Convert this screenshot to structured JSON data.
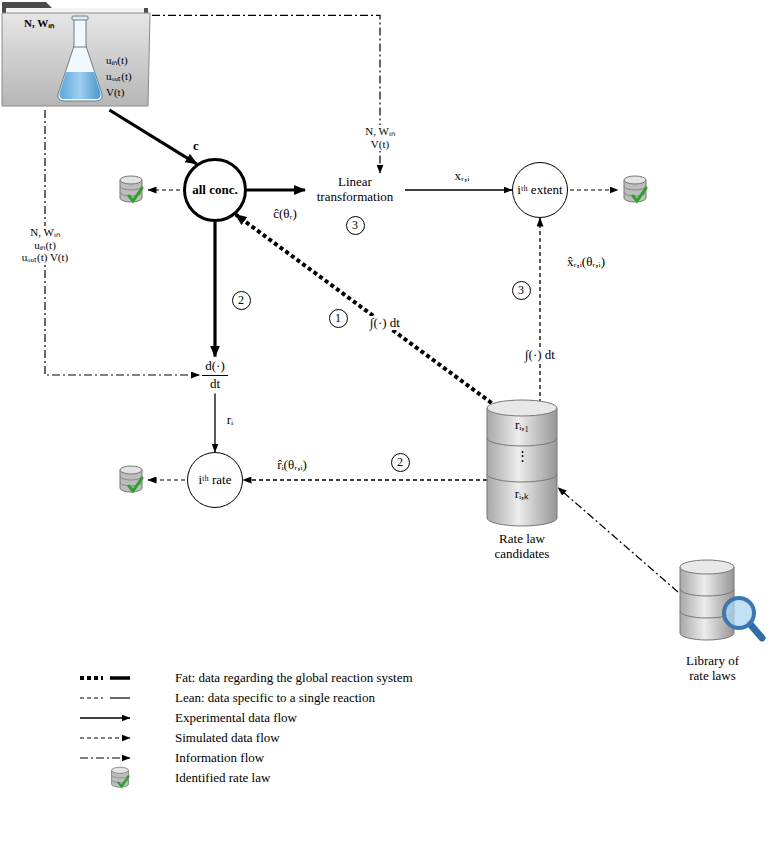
{
  "diagram": {
    "nodes": [
      {
        "text": [
          "N, Wᵢₙ",
          "uᵢₙ(t)",
          "uₒᵤₜ(t)",
          "V(t)"
        ]
      },
      {
        "text": [
          "all conc."
        ]
      },
      {
        "text": [
          "Linear transformation"
        ]
      },
      {
        "text": [
          "iᵗʰ extent"
        ]
      },
      {
        "text": [
          "d(·)",
          "dt"
        ]
      },
      {
        "text": [
          "iᵗʰ rate"
        ]
      },
      {
        "text": [
          "rᵢ,₁",
          "⋮",
          "rᵢ,ₖ",
          "Rate law candidates"
        ]
      },
      {
        "text": [
          "Library of rate laws"
        ]
      }
    ],
    "edges": [
      {
        "from": 0,
        "to": 1,
        "arrow": "to",
        "label": "c"
      },
      {
        "from": 0,
        "to": 2,
        "arrow": "to",
        "label": "N, Wᵢₙ V(t)"
      },
      {
        "from": 0,
        "to": 4,
        "arrow": "to",
        "label": "N, Wᵢₙ uᵢₙ(t) uₒᵤₜ(t) V(t)"
      },
      {
        "from": 1,
        "to": 2,
        "arrow": "to"
      },
      {
        "from": 2,
        "to": 3,
        "arrow": "to",
        "label": "xᵣ,ᵢ"
      },
      {
        "from": 1,
        "to": 4,
        "arrow": "to"
      },
      {
        "from": 4,
        "to": 5,
        "arrow": "to",
        "label": "rᵢ"
      },
      {
        "from": 6,
        "to": 1,
        "arrow": "to",
        "label": "∫(·) dt"
      },
      {
        "from": 6,
        "to": 5,
        "arrow": "to",
        "label": "r̂ᵢ(θᵣ,ᵢ)"
      },
      {
        "from": 6,
        "to": 3,
        "arrow": "to",
        "label": "∫(·) dt"
      },
      {
        "from": 7,
        "to": 6,
        "arrow": "to"
      }
    ],
    "labels": [
      "ĉ(θᵣ)",
      "x̂ᵣ,ᵢ(θᵣ,ᵢ)",
      "1",
      "2",
      "2",
      "3",
      "3"
    ],
    "legend": [
      {
        "text": "Fat: data regarding the global reaction system"
      },
      {
        "text": "Lean: data specific to a single reaction"
      },
      {
        "text": "Experimental data flow"
      },
      {
        "text": "Simulated data flow"
      },
      {
        "text": "Information flow"
      },
      {
        "text": "Identified rate law"
      }
    ]
  }
}
